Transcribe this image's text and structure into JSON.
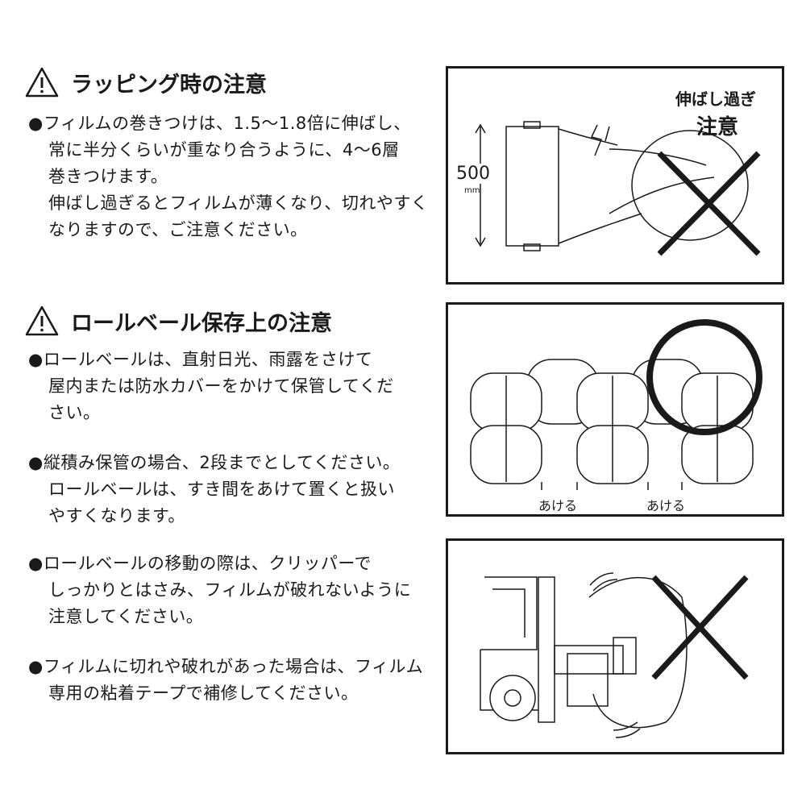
{
  "section1": {
    "title": "ラッピング時の注意",
    "bullet1": [
      "●フィルムの巻きつけは、1.5〜1.8倍に伸ばし、",
      "常に半分くらいが重なり合うように、4〜6層",
      "巻きつけます。",
      "伸ばし過ぎるとフィルムが薄くなり、切れやすく",
      "なりますので、ご注意ください。"
    ],
    "figure": {
      "caption_line1": "伸ばし過ぎ",
      "caption_line2": "注意",
      "height_value": "500",
      "height_unit": "mm"
    }
  },
  "section2": {
    "title": "ロールベール保存上の注意",
    "bullet1": [
      "●ロールベールは、直射日光、雨露をさけて",
      "屋内または防水カバーをかけて保管してくだ",
      "さい。"
    ],
    "bullet2": [
      "●縦積み保管の場合、2段までとしてください。",
      "ロールベールは、すき間をあけて置くと扱い",
      "やすくなります。"
    ],
    "bullet3": [
      "●ロールベールの移動の際は、クリッパーで",
      "しっかりとはさみ、フィルムが破れないように",
      "注意してください。"
    ],
    "bullet4": [
      "●フィルムに切れや破れがあった場合は、フィルム",
      "専用の粘着テープで補修してください。"
    ],
    "figure": {
      "gap_label_1": "あける",
      "gap_label_2": "あける"
    }
  }
}
